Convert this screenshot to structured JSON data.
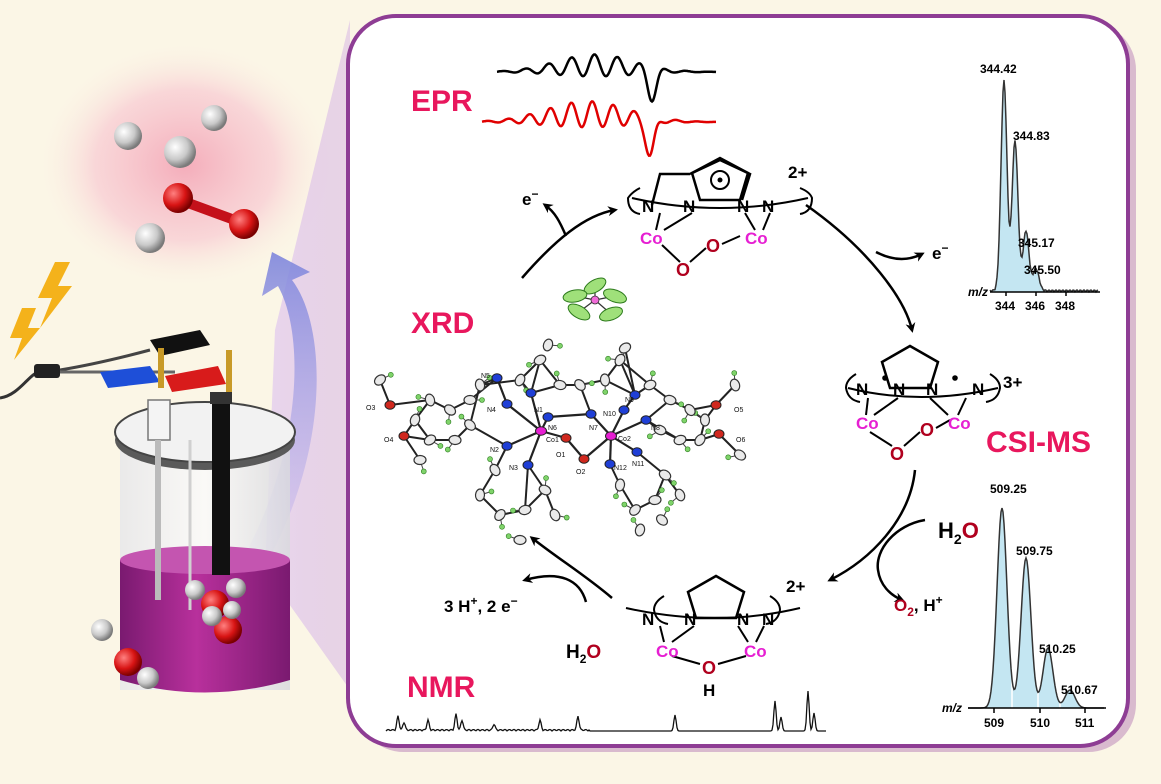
{
  "colors": {
    "background": "#fbf6e6",
    "panel_border": "#8e3d94",
    "technique_label": "#e8175d",
    "cobalt": "#e61fd2",
    "oxygen": "#b0001e",
    "epr_top": "#000000",
    "epr_bottom": "#e00000",
    "ms_fill": "#c4e6f2",
    "electrolyte": "#a0208c",
    "arrow_purple": "#8e84d6"
  },
  "techniques": {
    "epr": "EPR",
    "xrd": "XRD",
    "csims": "CSI-MS",
    "nmr": "NMR"
  },
  "cycle": {
    "top": {
      "charge": "2+",
      "atoms": {
        "n": "N",
        "co": "Co",
        "o": "O"
      }
    },
    "right": {
      "charge": "3+",
      "atoms": {
        "n": "N",
        "co": "Co",
        "o": "O"
      }
    },
    "bottom": {
      "charge": "2+",
      "atoms": {
        "n": "N",
        "co": "Co",
        "o": "O",
        "h": "H"
      }
    },
    "steps": {
      "electron_out": "e",
      "electron_sup": "−",
      "water": "H",
      "water_sub": "2",
      "water_o": "O",
      "o2": "O",
      "o2_sub": "2",
      "o2_rest": ", H",
      "o2_sup": "+",
      "products_prefix": "3 H",
      "products_sup": "+",
      "products_suffix": ", 2 e",
      "products_sup2": "−"
    }
  },
  "ms_top": {
    "peaks": [
      "344.42",
      "344.83",
      "345.17",
      "345.50"
    ],
    "axis_label": "m/z",
    "ticks": [
      "344",
      "346",
      "348"
    ]
  },
  "ms_bottom": {
    "peaks": [
      "509.25",
      "509.75",
      "510.25",
      "510.67"
    ],
    "axis_label": "m/z",
    "ticks": [
      "509",
      "510",
      "511"
    ]
  },
  "xrd_labels": [
    "N5",
    "N4",
    "N1",
    "N6",
    "N7",
    "N10",
    "N9",
    "N8",
    "O3",
    "O4",
    "N2",
    "Co1",
    "N3",
    "O1",
    "O2",
    "Co2",
    "N11",
    "N12",
    "O5",
    "O6"
  ],
  "icons": [
    "lightning-icon",
    "electrochemical-cell-icon",
    "hydrogen-atom-icon",
    "oxygen-molecule-icon",
    "water-molecule-icon"
  ]
}
